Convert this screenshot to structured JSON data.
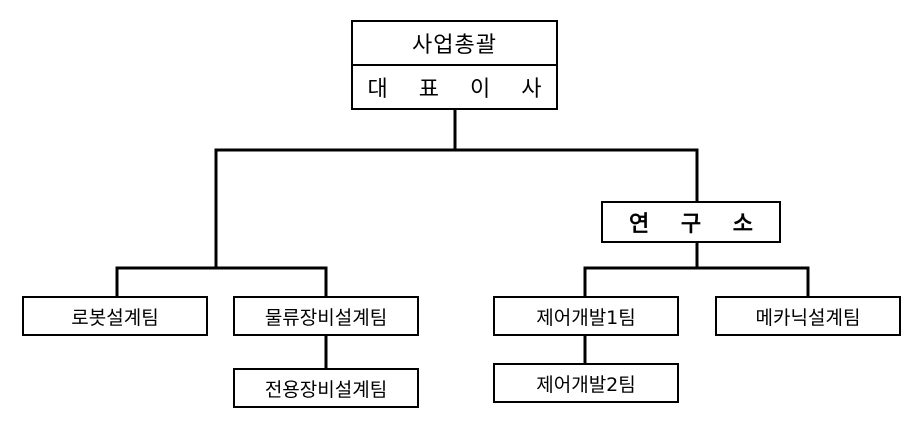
{
  "org_chart": {
    "top": {
      "line1": "사업총괄",
      "line2": "대 표 이 사"
    },
    "lab": "연 구 소",
    "teams": {
      "robot_design": "로봇설계팀",
      "logistics_equipment_design": "물류장비설계팀",
      "dedicated_equipment_design": "전용장비설계팀",
      "control_dev_1": "제어개발1팀",
      "control_dev_2": "제어개발2팀",
      "mechanics_design": "메카닉설계팀"
    }
  }
}
